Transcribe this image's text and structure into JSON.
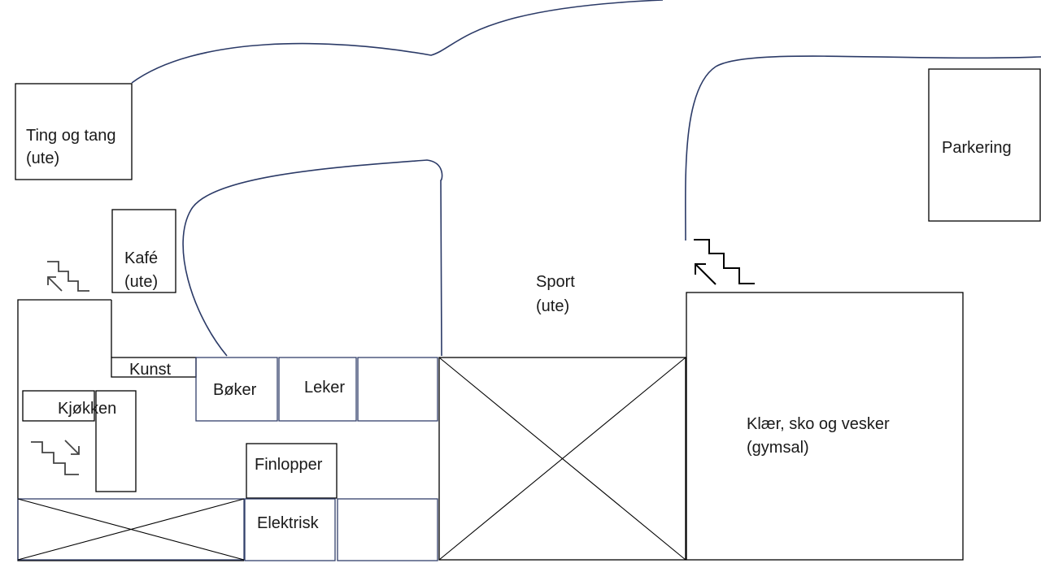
{
  "rooms": {
    "ting_og_tang": {
      "line1": "Ting og tang",
      "line2": "(ute)"
    },
    "kafe": {
      "line1": "Kafé",
      "line2": "(ute)"
    },
    "kunst": "Kunst",
    "boker": "Bøker",
    "leker": "Leker",
    "kjokken": "Kjøkken",
    "finlopper": "Finlopper",
    "elektrisk": "Elektrisk",
    "sport": {
      "line1": "Sport",
      "line2": "(ute)"
    },
    "klaer": {
      "line1": "Klær, sko og vesker",
      "line2": "(gymsal)"
    },
    "parkering": "Parkering"
  },
  "colors": {
    "walkway": "#2b3a67",
    "walls": "#000000",
    "text": "#1a1a1a"
  }
}
